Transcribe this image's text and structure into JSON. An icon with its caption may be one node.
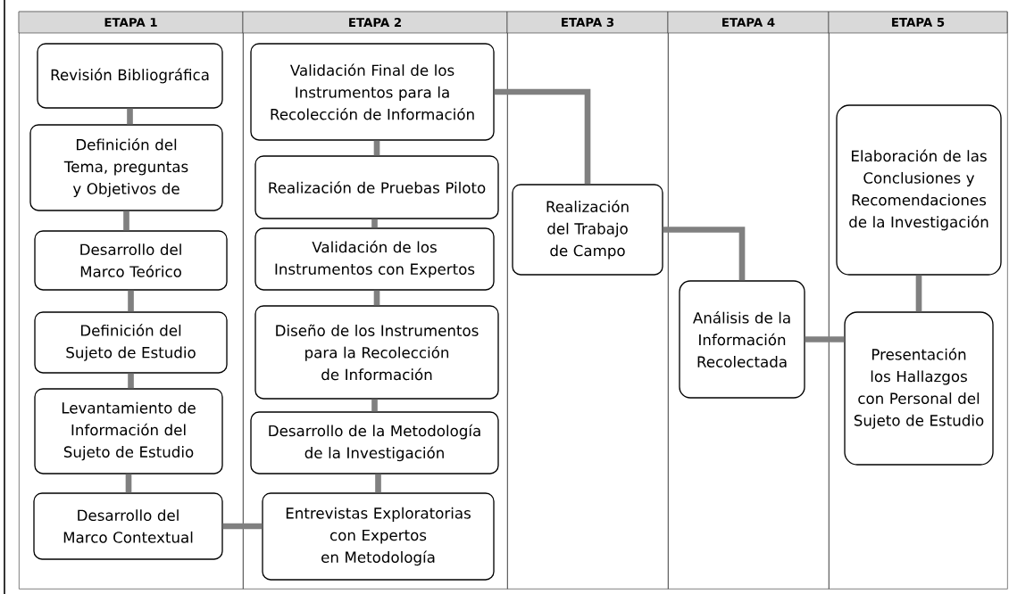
{
  "diagram": {
    "nodes": [
      {
        "text": [
          "ETAPA 1"
        ]
      },
      {
        "text": [
          "Revisión Bibliográfica"
        ],
        "in": 0
      },
      {
        "text": [
          "Definición del Tema, preguntas y Objetivos de"
        ],
        "in": 0
      },
      {
        "text": [
          "Desarrollo del Marco Teórico"
        ],
        "in": 0
      },
      {
        "text": [
          "Definición del Sujeto de Estudio"
        ],
        "in": 0
      },
      {
        "text": [
          "Levantamiento de Información del Sujeto de Estudio"
        ],
        "in": 0
      },
      {
        "text": [
          "Desarrollo del Marco Contextual"
        ],
        "in": 0
      },
      {
        "text": [
          "ETAPA 2"
        ]
      },
      {
        "text": [
          "Validación Final de los Instrumentos para la Recolección de Información"
        ],
        "in": 7
      },
      {
        "text": [
          "Realización de Pruebas Piloto"
        ],
        "in": 7
      },
      {
        "text": [
          "Validación de los Instrumentos con Expertos"
        ],
        "in": 7
      },
      {
        "text": [
          "Diseño de los Instrumentos para la Recolección de Información"
        ],
        "in": 7
      },
      {
        "text": [
          "Desarrollo de la Metodología de la Investigación"
        ],
        "in": 7
      },
      {
        "text": [
          "Entrevistas Exploratorias con Expertos en Metodología"
        ],
        "in": 7
      },
      {
        "text": [
          "ETAPA 3"
        ]
      },
      {
        "text": [
          "Realización del Trabajo de Campo"
        ],
        "in": 14
      },
      {
        "text": [
          "ETAPA 4"
        ]
      },
      {
        "text": [
          "Análisis de la Información Recolectada"
        ],
        "in": 16
      },
      {
        "text": [
          "ETAPA 5"
        ]
      },
      {
        "text": [
          "Elaboración de las Conclusiones y Recomendaciones de la Investigación"
        ],
        "in": 18
      },
      {
        "text": [
          "Presentación los Hallazgos con Personal del Sujeto de Estudio"
        ],
        "in": 18
      }
    ],
    "edges": [
      {
        "from": 1,
        "to": 2,
        "arrow": "none"
      },
      {
        "from": 2,
        "to": 3,
        "arrow": "none"
      },
      {
        "from": 3,
        "to": 4,
        "arrow": "none"
      },
      {
        "from": 4,
        "to": 5,
        "arrow": "none"
      },
      {
        "from": 5,
        "to": 6,
        "arrow": "none"
      },
      {
        "from": 6,
        "to": 13,
        "arrow": "none"
      },
      {
        "from": 13,
        "to": 12,
        "arrow": "none"
      },
      {
        "from": 12,
        "to": 11,
        "arrow": "none"
      },
      {
        "from": 11,
        "to": 10,
        "arrow": "none"
      },
      {
        "from": 10,
        "to": 9,
        "arrow": "none"
      },
      {
        "from": 9,
        "to": 8,
        "arrow": "none"
      },
      {
        "from": 8,
        "to": 15,
        "arrow": "none"
      },
      {
        "from": 15,
        "to": 17,
        "arrow": "none"
      },
      {
        "from": 17,
        "to": 20,
        "arrow": "none"
      },
      {
        "from": 20,
        "to": 19,
        "arrow": "none"
      }
    ]
  }
}
